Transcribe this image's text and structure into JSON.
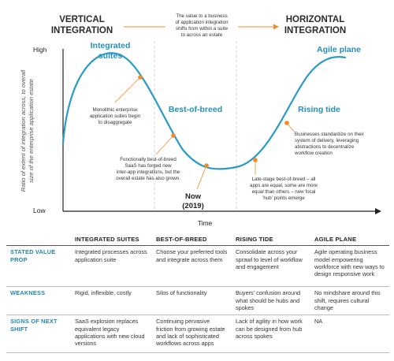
{
  "diagram": {
    "left_heading": [
      "VERTICAL",
      "INTEGRATION"
    ],
    "right_heading": [
      "HORIZONTAL",
      "INTEGRATION"
    ],
    "center_note": [
      "The value to a business",
      "of application integration",
      "shifts from within a suite",
      "to across an estate"
    ],
    "y_axis_label": [
      "Ratio of extent of integration across, to overall",
      "size of the enterprise application estate"
    ],
    "y_high": "High",
    "y_low": "Low",
    "x_label": "Time",
    "phases": {
      "integrated_suites": [
        "Integrated",
        "suites"
      ],
      "best_of_breed": "Best-of-breed",
      "rising_tide": "Rising tide",
      "agile_plane": "Agile plane"
    },
    "now_label": [
      "Now",
      "(2019)"
    ],
    "annotations": {
      "monolithic": [
        "Monolithic enterprise",
        "application suites begin",
        "to disaggregate"
      ],
      "functionally": [
        "Functionally best-of-breed",
        "SaaS has forged new",
        "inter-app integrations, but the",
        "overall estate has also grown."
      ],
      "late_stage": [
        "Late-stage best-of-breed – all",
        "apps are equal, some are more",
        "equal than others – new focal",
        "'hub' points emerge"
      ],
      "standardize": [
        "Businesses standardize on their",
        "system of delivery, leveraging",
        "abstractions to decentralize",
        "workflow creation"
      ]
    },
    "colors": {
      "curve": "#2a9bc6",
      "marker": "#f28c28",
      "text_blue": "#2590b8"
    }
  },
  "table": {
    "headers": [
      "",
      "INTEGRATED SUITES",
      "BEST-OF-BREED",
      "RISING TIDE",
      "AGILE PLANE"
    ],
    "rows": [
      {
        "label": "STATED VALUE PROP",
        "cells": [
          "Integrated processes across application suite",
          "Choose your preferred tools and integrate across them",
          "Consolidate across your sprawl to level of workflow and engagement",
          "Agile operating business model empowering workforce with new ways to design responsive work"
        ]
      },
      {
        "label": "WEAKNESS",
        "cells": [
          "Rigid, inflexible, costly",
          "Silos of functionality",
          "Buyers' confusion around what should be hubs and spokes",
          "No mindshare around this shift, requires cultural change"
        ]
      },
      {
        "label": "SIGNS OF NEXT SHIFT",
        "cells": [
          "SaaS explosion replaces equivalent legacy applications with new cloud versions",
          "Continuing pervasive friction from growing estate and lack of sophisticated workflows across apps",
          "Lack of agility in how work can be designed from hub across spokes",
          "NA"
        ]
      }
    ]
  }
}
